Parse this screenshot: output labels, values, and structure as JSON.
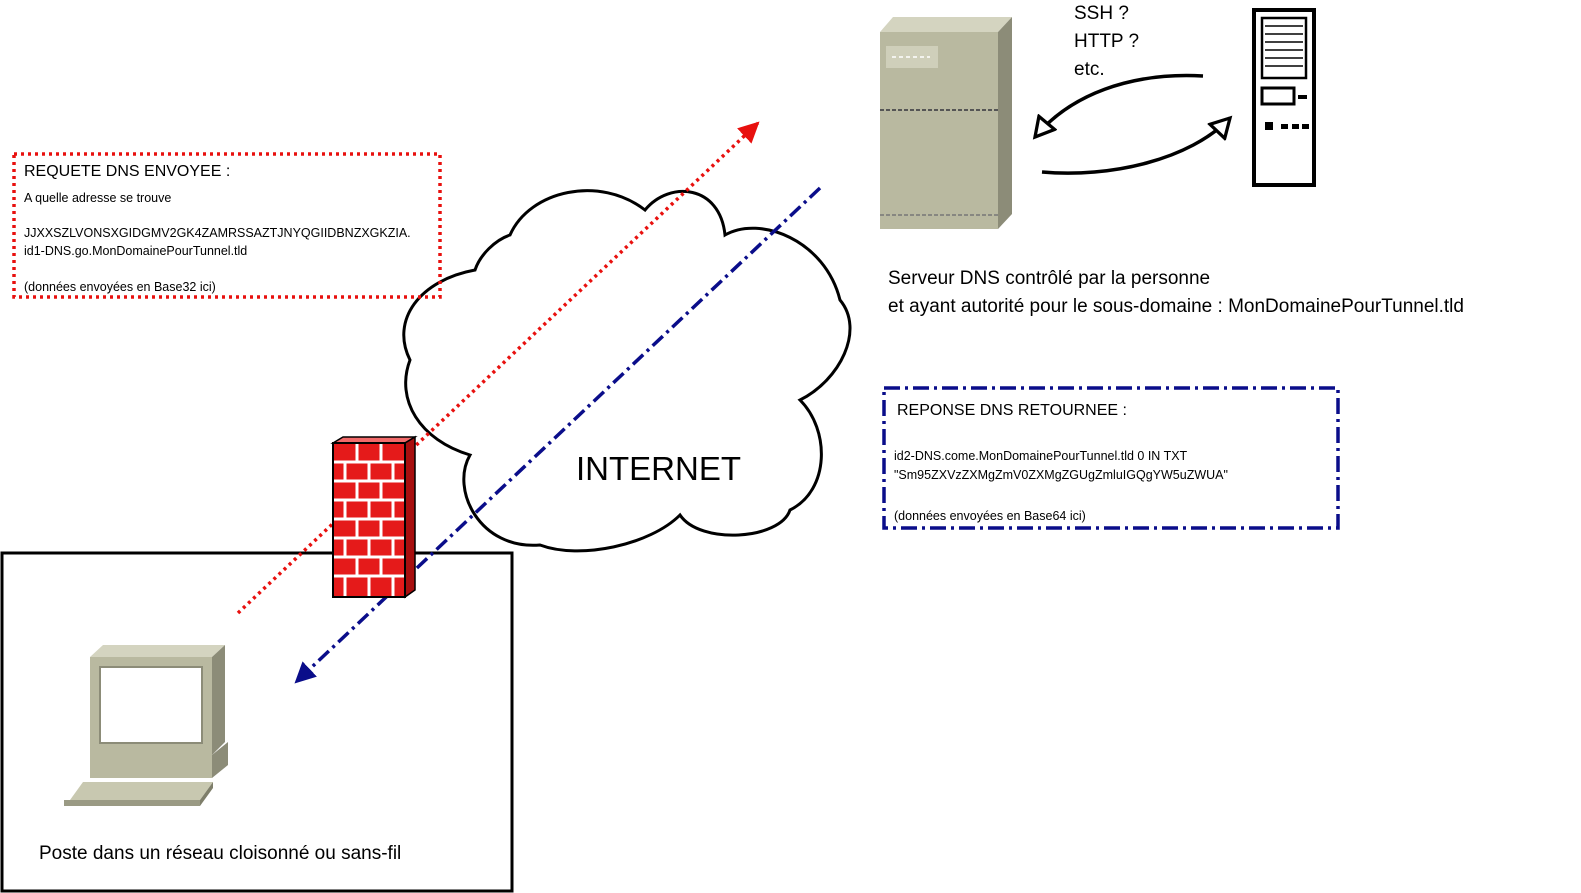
{
  "request_box": {
    "title": "REQUETE DNS ENVOYEE :",
    "line1": "A quelle adresse se trouve",
    "line2": "JJXXSZLVONSXGIDGMV2GK4ZAMRSSAZTJNYQGIIDBNZXGKZIA.",
    "line3": "id1-DNS.go.MonDomainePourTunnel.tld",
    "note": "(données envoyées en Base32 ici)",
    "border_color": "#e8100e"
  },
  "response_box": {
    "title": "REPONSE DNS RETOURNEE :",
    "line1": "id2-DNS.come.MonDomainePourTunnel.tld  0 IN TXT",
    "line2": "\"Sm95ZXVzZXMgZmV0ZXMgZGUgZmluIGQgYW5uZWUA\"",
    "note": "(données envoyées en Base64 ici)",
    "border_color": "#0a0d8a"
  },
  "internet_label": "INTERNET",
  "protocols": {
    "line1": "SSH ?",
    "line2": "HTTP ?",
    "line3": "etc."
  },
  "dns_server_caption": {
    "line1": "Serveur DNS contrôlé par la personne",
    "line2": "et ayant autorité pour le sous-domaine : MonDomainePourTunnel.tld"
  },
  "client_caption": "Poste dans un réseau cloisonné ou sans-fil",
  "icons": {
    "dns_server": "tower-server-icon",
    "remote_server": "workstation-tower-icon",
    "firewall": "brick-firewall-icon",
    "client": "desktop-computer-icon",
    "cloud": "cloud-icon"
  },
  "colors": {
    "request_arrow": "#e8100e",
    "response_arrow": "#0a0d8a",
    "firewall": "#e51a1a",
    "device": "#b9b9a0"
  }
}
